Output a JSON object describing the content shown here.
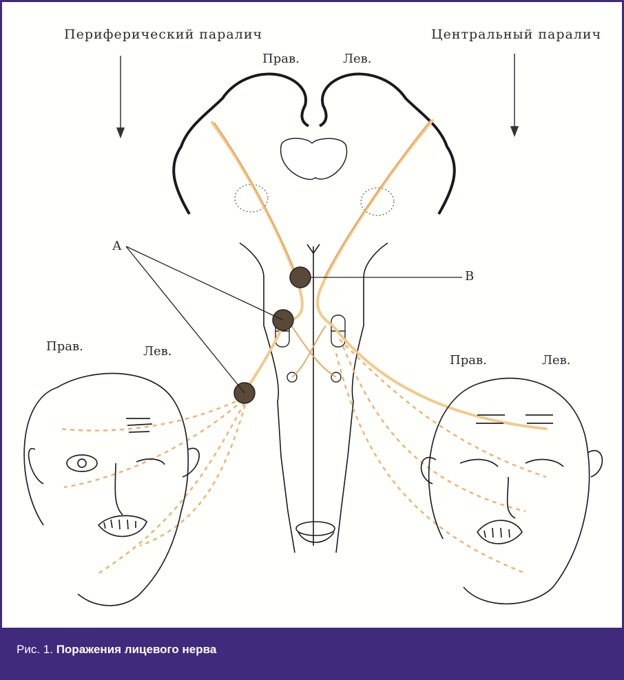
{
  "labels": {
    "peripheral_title": "Периферический паралич",
    "central_title": "Центральный паралич",
    "brain_right": "Прав.",
    "brain_left": "Лев.",
    "marker_a": "А",
    "marker_b": "В",
    "face1_right": "Прав.",
    "face1_left": "Лев.",
    "face2_right": "Прав.",
    "face2_left": "Лев."
  },
  "caption": {
    "prefix": "Рис. 1.",
    "title": "Поражения лицевого нерва"
  },
  "colors": {
    "frame": "#3f2a7c",
    "caption_bg": "#3f2a7c",
    "nerve_path": "#f2c98a",
    "nerve_path_dark": "#e8a25a",
    "ink": "#2a2a2a"
  }
}
